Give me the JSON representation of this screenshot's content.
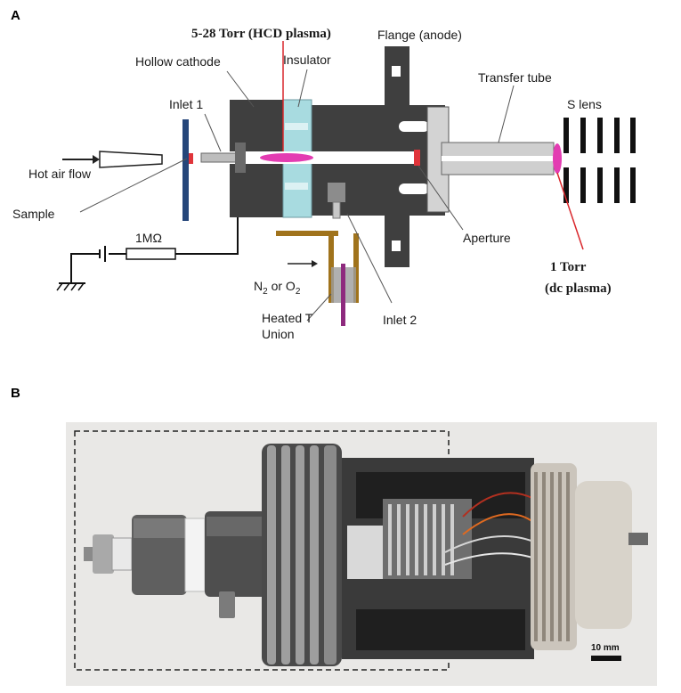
{
  "panel_a": {
    "letter": "A",
    "labels": {
      "pressure_hcd": "5-28 Torr (HCD plasma)",
      "flange": "Flange (anode)",
      "hollow_cathode": "Hollow cathode",
      "insulator": "Insulator",
      "transfer_tube": "Transfer tube",
      "s_lens": "S lens",
      "inlet1": "Inlet 1",
      "hot_air_flow": "Hot air flow",
      "sample": "Sample",
      "resistor": "1MΩ",
      "aperture": "Aperture",
      "gas_n2": "N",
      "gas_sub2": "2",
      "gas_or": " or O",
      "gas_sub2b": "2",
      "heated_t_line1": "Heated T",
      "heated_t_line2": "Union",
      "inlet2": "Inlet 2",
      "dc_line1": "1 Torr",
      "dc_line2": "(dc plasma)"
    }
  },
  "panel_b": {
    "letter": "B",
    "scale_bar": "10 mm"
  },
  "colors": {
    "body_dark": "#3f3f3f",
    "insulator": "#a8dbe0",
    "plasma_magenta": "#e33cb2",
    "sample_blue": "#25467a",
    "gas_tube_brown": "#a0731c",
    "leader_red": "#d9262b",
    "tube_gray": "#c9c9c9"
  }
}
